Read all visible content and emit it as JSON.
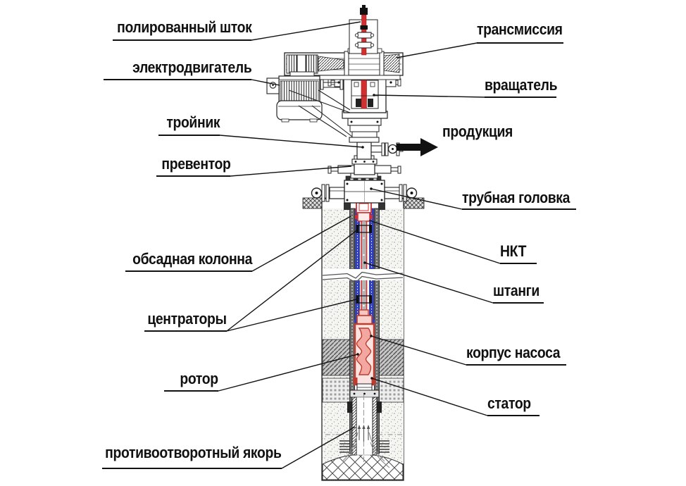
{
  "diagram": {
    "type": "well-pump-schematic",
    "labels": {
      "polished_rod": "полированный шток",
      "transmission": "трансмиссия",
      "motor": "электродвигатель",
      "rotator": "вращатель",
      "tee": "тройник",
      "production": "продукция",
      "preventer": "превентор",
      "tubing_head": "трубная головка",
      "casing": "обсадная колонна",
      "nkt": "НКТ",
      "rods": "штанги",
      "centralizers": "центраторы",
      "pump_body": "корпус насоса",
      "rotor": "ротор",
      "stator": "статор",
      "anchor": "противоотворотный якорь"
    },
    "colors": {
      "rod_red": "#d32f2f",
      "stator_red": "#c0392b",
      "rotor_pink": "#f2a7a0",
      "tubing_blue": "#2f3fbe",
      "line_black": "#1a1a1a"
    }
  }
}
